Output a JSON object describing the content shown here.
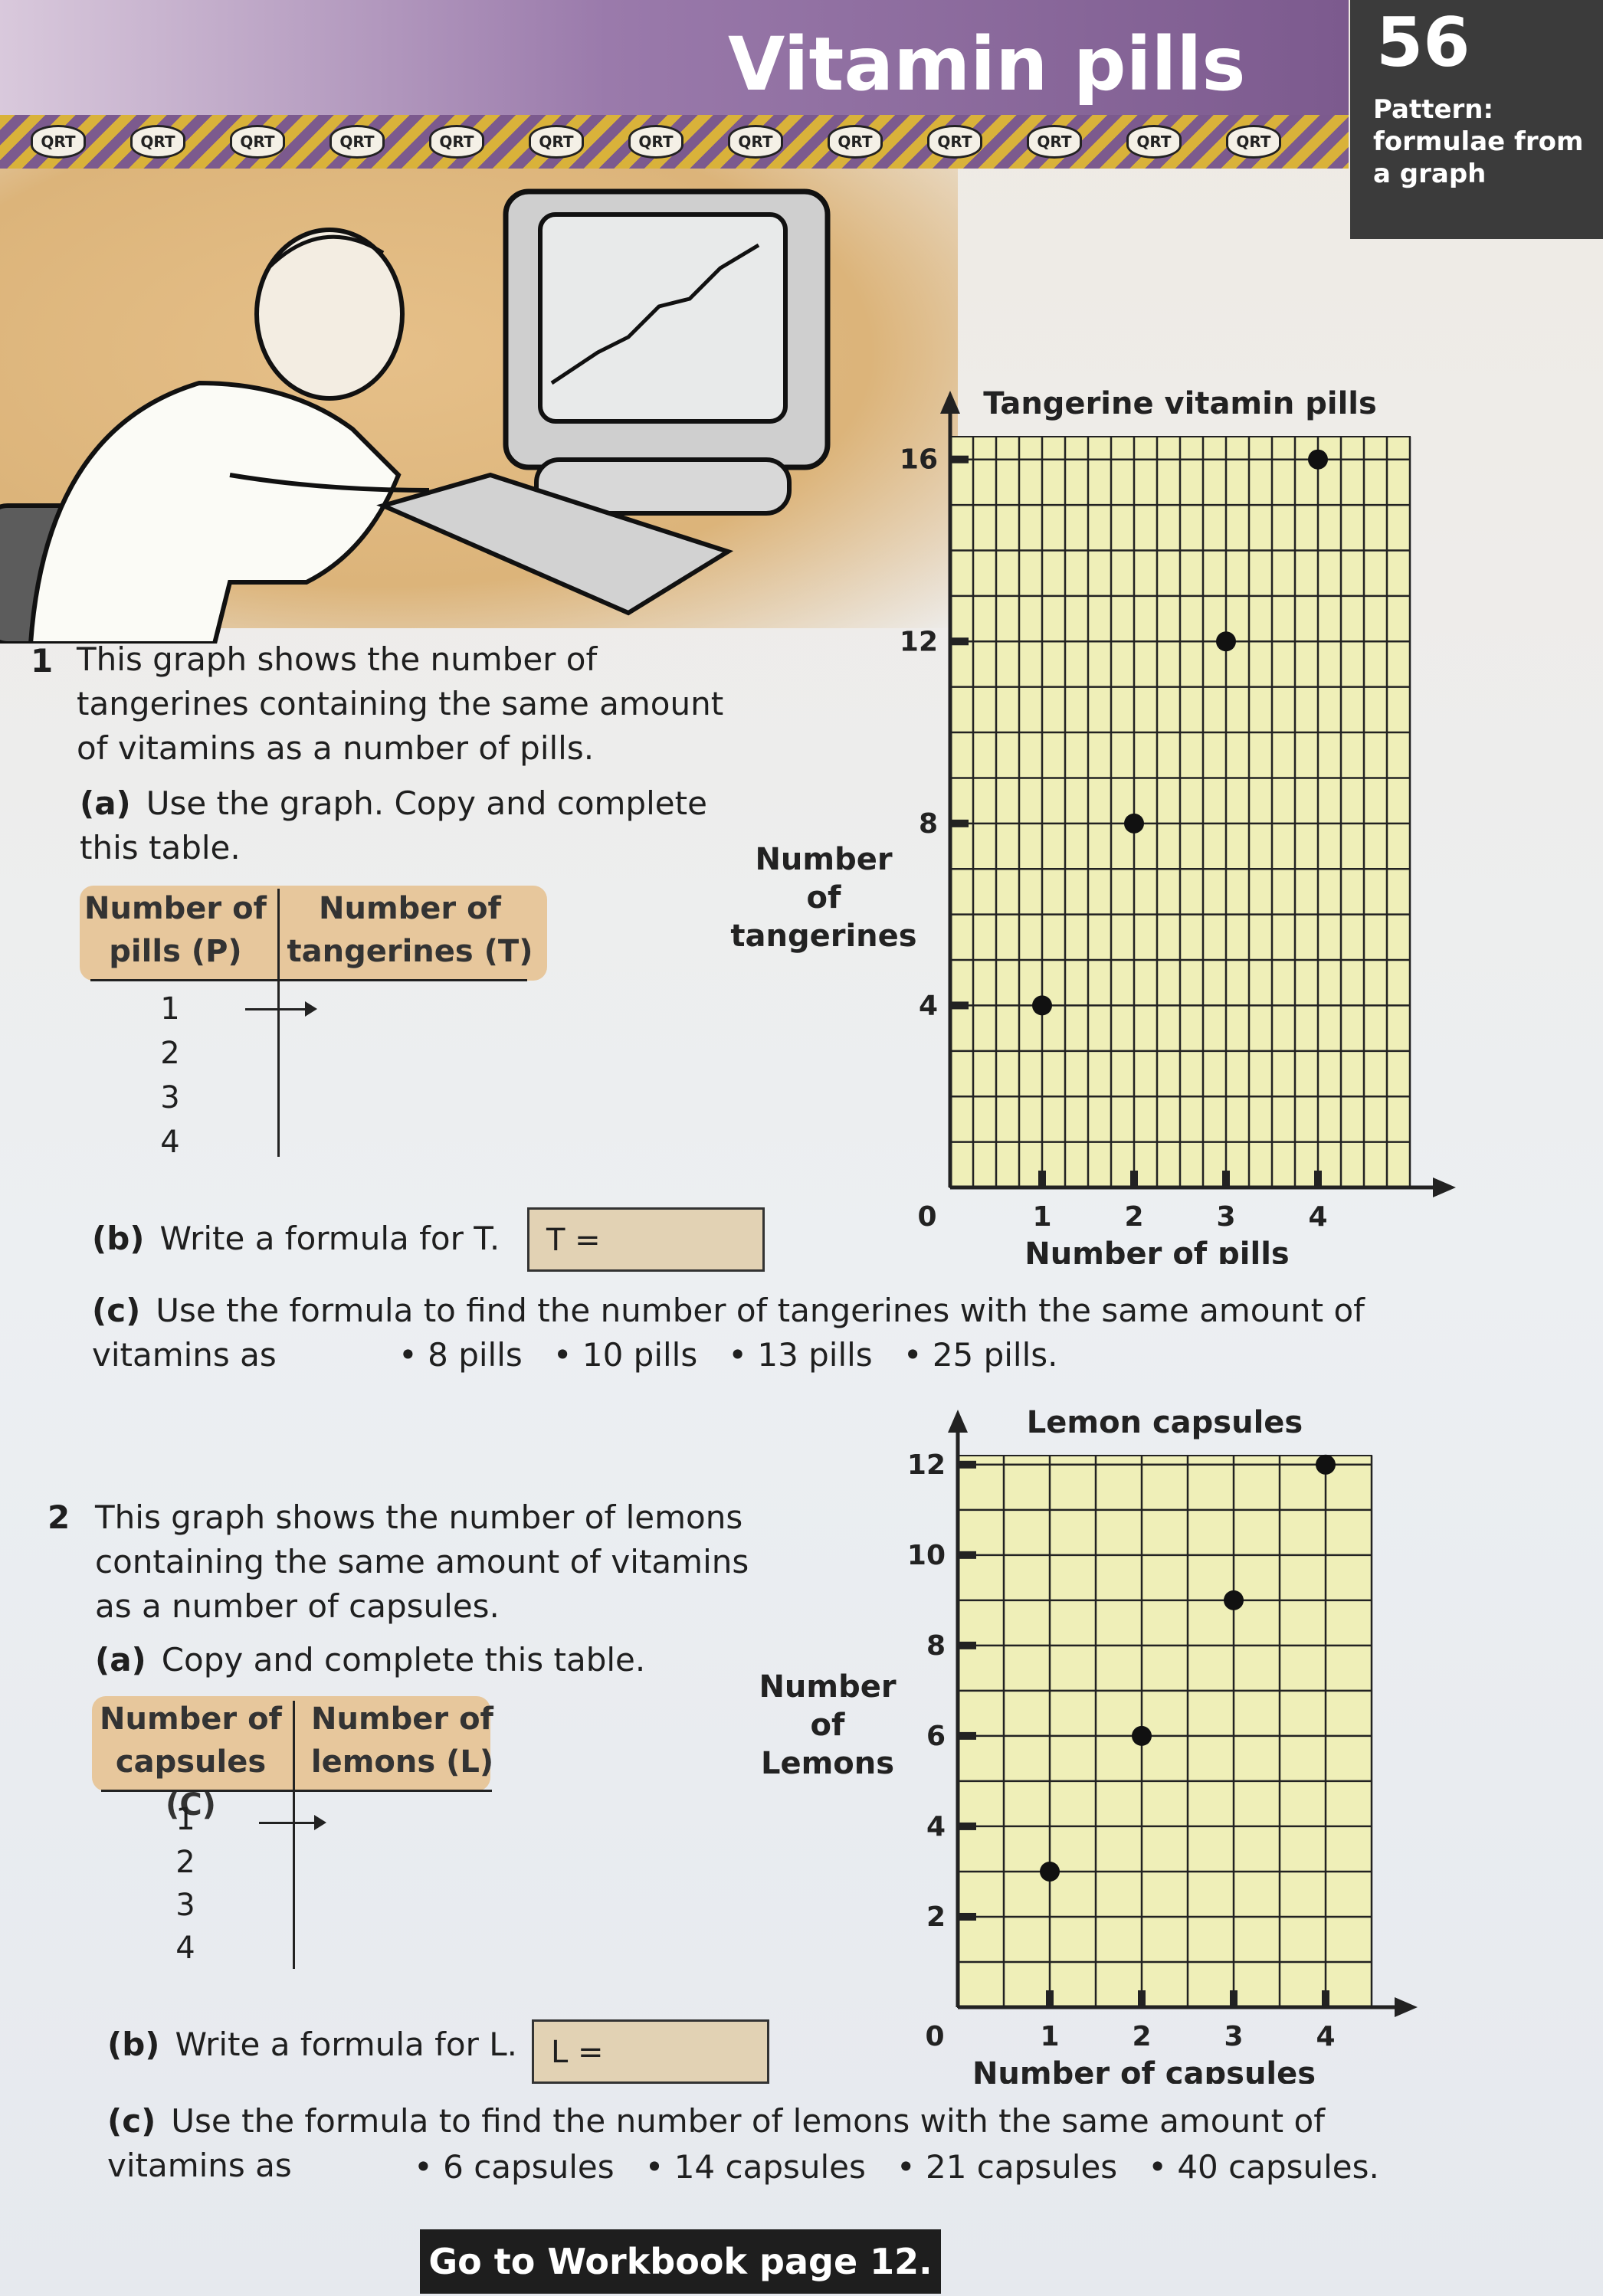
{
  "header": {
    "title": "Vitamin pills",
    "unit_number": "56",
    "unit_subtitle": "Pattern: formulae from a graph",
    "logo_text": "QRT"
  },
  "q1": {
    "number": "1",
    "intro": "This graph shows the number of tangerines containing the same amount of vitamins as a number of pills.",
    "a_label": "(a)",
    "a_text": "Use the graph. Copy and complete this table.",
    "table": {
      "col1": "Number of pills (P)",
      "col2": "Number of tangerines (T)",
      "rows": [
        "1",
        "2",
        "3",
        "4"
      ]
    },
    "b_label": "(b)",
    "b_text": "Write a formula for T.",
    "b_box": "T =",
    "c_label": "(c)",
    "c_text": "Use the formula to find the number of tangerines with the same amount of vitamins as",
    "c_items": [
      "8 pills",
      "10 pills",
      "13 pills",
      "25 pills."
    ]
  },
  "q2": {
    "number": "2",
    "intro": "This graph shows the number of lemons containing the same amount of vitamins as a number of capsules.",
    "a_label": "(a)",
    "a_text": "Copy and complete this table.",
    "table": {
      "col1": "Number of capsules (C)",
      "col2": "Number of lemons (L)",
      "rows": [
        "1",
        "2",
        "3",
        "4"
      ]
    },
    "b_label": "(b)",
    "b_text": "Write a formula for L.",
    "b_box": "L =",
    "c_label": "(c)",
    "c_text": "Use the formula to find the number of lemons with the same amount of vitamins as",
    "c_items": [
      "6 capsules",
      "14 capsules",
      "21 capsules",
      "40 capsules."
    ]
  },
  "chart_data": [
    {
      "type": "scatter",
      "title": "Tangerine vitamin pills",
      "xlabel": "Number of pills",
      "ylabel": "Number of tangerines",
      "xlim": [
        0,
        5
      ],
      "ylim": [
        0,
        16.5
      ],
      "x_ticks": [
        "0",
        "1",
        "2",
        "3",
        "4"
      ],
      "y_ticks": [
        "4",
        "8",
        "12",
        "16"
      ],
      "grid": true,
      "x": [
        1,
        2,
        3,
        4
      ],
      "y": [
        4,
        8,
        12,
        16
      ]
    },
    {
      "type": "scatter",
      "title": "Lemon capsules",
      "xlabel": "Number of capsules",
      "ylabel": "Number of Lemons",
      "xlim": [
        0,
        4.5
      ],
      "ylim": [
        0,
        12.2
      ],
      "x_ticks": [
        "0",
        "1",
        "2",
        "3",
        "4"
      ],
      "y_ticks": [
        "2",
        "4",
        "6",
        "8",
        "10",
        "12"
      ],
      "grid": true,
      "x": [
        1,
        2,
        3,
        4
      ],
      "y": [
        3,
        6,
        9,
        12
      ]
    }
  ],
  "footer": {
    "text": "Go to Workbook page 12."
  }
}
